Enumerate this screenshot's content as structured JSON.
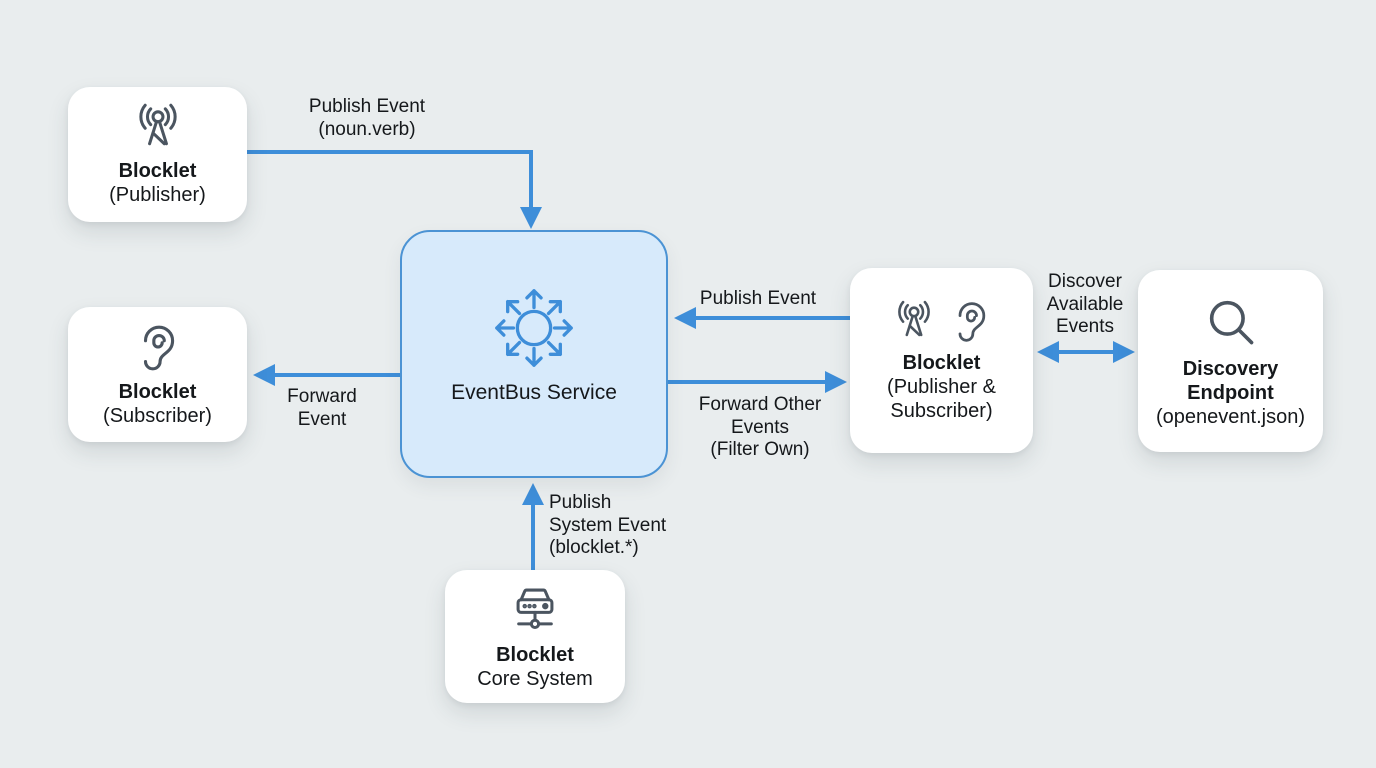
{
  "colors": {
    "background": "#e9edee",
    "node_fill": "#ffffff",
    "eventbus_fill": "#d7eafb",
    "eventbus_border": "#4b93d4",
    "arrow": "#3e8ed9",
    "icon_stroke": "#4b5560",
    "text": "#15181b"
  },
  "nodes": {
    "publisher": {
      "title": "Blocklet",
      "subtitle": "(Publisher)",
      "icon": "broadcast-tower-icon"
    },
    "subscriber": {
      "title": "Blocklet",
      "subtitle": "(Subscriber)",
      "icon": "ear-icon"
    },
    "eventbus": {
      "title": "EventBus Service",
      "icon": "hub-arrows-icon"
    },
    "pubsub": {
      "title": "Blocklet",
      "subtitle": "(Publisher &\nSubscriber)",
      "icons": [
        "broadcast-tower-icon",
        "ear-icon"
      ]
    },
    "discovery": {
      "title": "Discovery\nEndpoint",
      "subtitle": "(openevent.json)",
      "icon": "search-icon"
    },
    "core": {
      "title": "Blocklet",
      "subtitle": "Core System",
      "icon": "server-icon"
    }
  },
  "edges": {
    "publisher_to_eventbus": {
      "label": "Publish Event\n(noun.verb)"
    },
    "eventbus_to_subscriber": {
      "label": "Forward\nEvent"
    },
    "pubsub_to_eventbus": {
      "label": "Publish Event"
    },
    "eventbus_to_pubsub": {
      "label": "Forward Other\nEvents\n(Filter Own)"
    },
    "pubsub_discovery": {
      "label": "Discover\nAvailable\nEvents"
    },
    "core_to_eventbus": {
      "label": "Publish\nSystem Event\n(blocklet.*)"
    }
  }
}
